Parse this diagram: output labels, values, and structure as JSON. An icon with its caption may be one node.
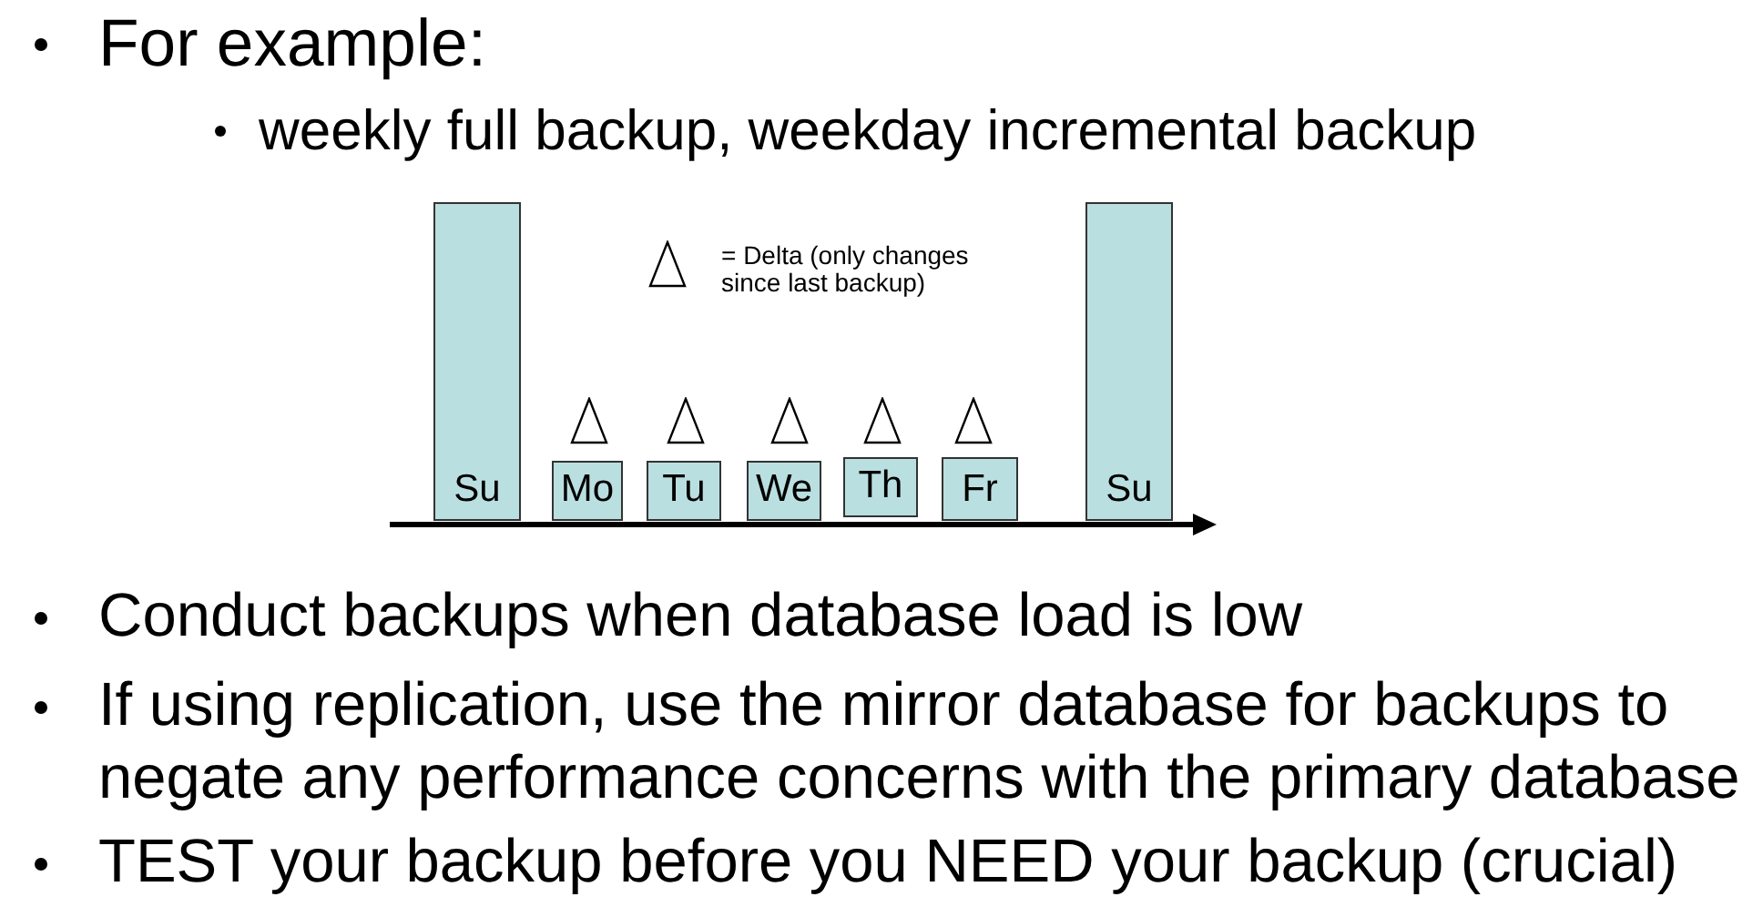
{
  "diagram": {
    "nodes": [
      {
        "text": [
          "Su"
        ]
      },
      {
        "text": [
          "Mo"
        ]
      },
      {
        "text": [
          "Tu"
        ]
      },
      {
        "text": [
          "We"
        ]
      },
      {
        "text": [
          "Th"
        ]
      },
      {
        "text": [
          "Fr"
        ]
      },
      {
        "text": [
          "Su"
        ]
      }
    ],
    "labels": [
      "For example:",
      "weekly full backup, weekday incremental backup",
      "Conduct backups when database load is low",
      "If using replication, use the mirror database for backups to negate any performance concerns with the primary database",
      "TEST your backup before you NEED your backup (crucial)"
    ],
    "legend": [
      {
        "text": "= Delta (only changes since last backup)"
      }
    ]
  }
}
